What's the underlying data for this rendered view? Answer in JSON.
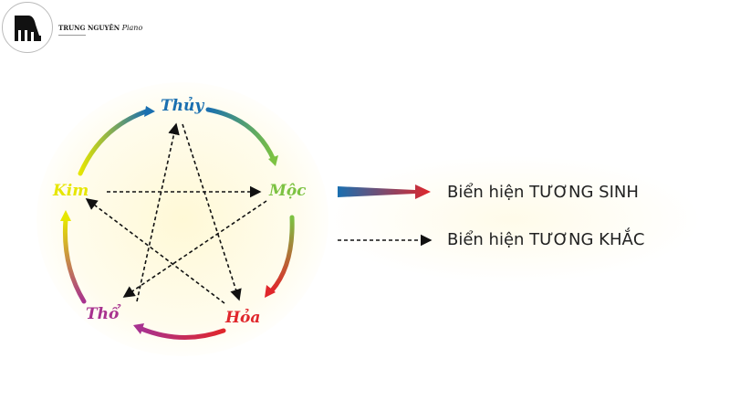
{
  "logo": {
    "brand_name": "TRUNG NGUYÊN",
    "brand_script": "Piano"
  },
  "elements": [
    {
      "label": "Thủy",
      "color": "#1a6fb0"
    },
    {
      "label": "Mộc",
      "color": "#7cc242"
    },
    {
      "label": "Hỏa",
      "color": "#e0262b"
    },
    {
      "label": "Thổ",
      "color": "#a8328f"
    },
    {
      "label": "Kim",
      "color": "#e6e600"
    }
  ],
  "legend": {
    "generating": "Biển hiện TƯƠNG SINH",
    "overcoming": "Biển hiện TƯƠNG KHẮC"
  }
}
